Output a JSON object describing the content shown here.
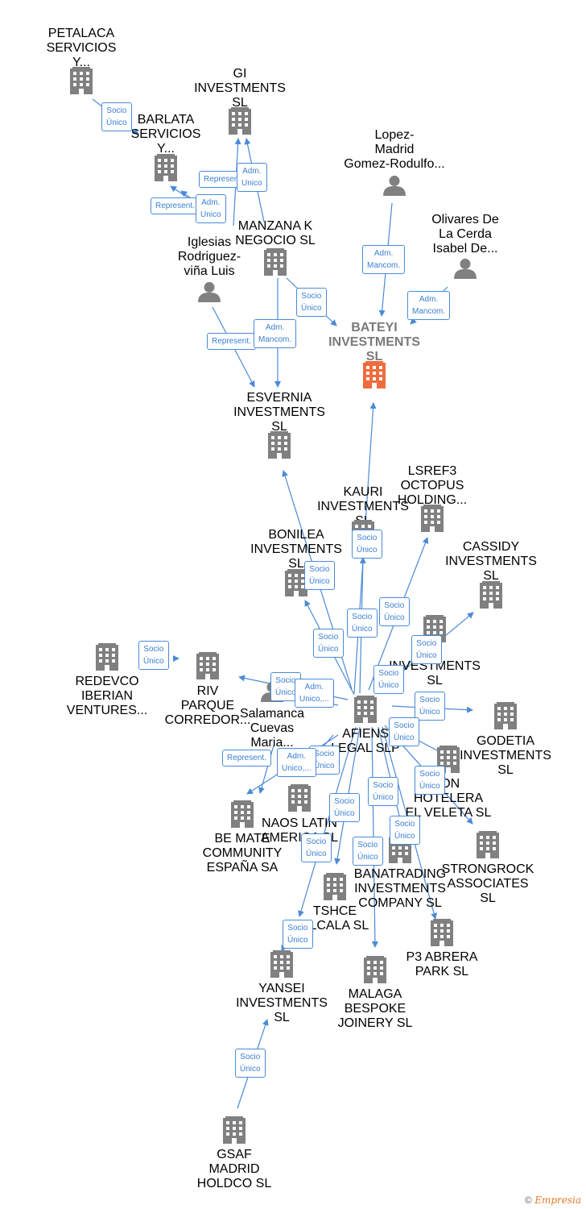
{
  "colors": {
    "edge": "#4a8ad8",
    "company": "#808080",
    "focus": "#ef6c3d",
    "person": "#808080"
  },
  "nodes": {
    "petalaca": {
      "type": "company",
      "label": [
        "PETALACA",
        "SERVICIOS",
        "Y..."
      ]
    },
    "gi": {
      "type": "company",
      "label": [
        "GI",
        "INVESTMENTS",
        "SL"
      ]
    },
    "barlata": {
      "type": "company",
      "label": [
        "BARLATA",
        "SERVICIOS",
        "Y..."
      ]
    },
    "lopez": {
      "type": "person",
      "label": [
        "Lopez-",
        "Madrid",
        "Gomez-Rodulfo..."
      ]
    },
    "olivares": {
      "type": "person",
      "label": [
        "Olivares De",
        "La Cerda",
        "Isabel De..."
      ]
    },
    "manzana": {
      "type": "company",
      "label": [
        "MANZANA K",
        "NEGOCIO  SL"
      ]
    },
    "iglesias": {
      "type": "person",
      "label": [
        "Iglesias",
        "Rodriguez-",
        "viña Luis"
      ]
    },
    "bateyi": {
      "type": "focus",
      "label": [
        "BATEYI",
        "INVESTMENTS",
        "SL"
      ]
    },
    "esvernia": {
      "type": "company",
      "label": [
        "ESVERNIA",
        "INVESTMENTS",
        "SL"
      ]
    },
    "lsref3": {
      "type": "company",
      "label": [
        "LSREF3",
        "OCTOPUS",
        "HOLDING..."
      ]
    },
    "kauri": {
      "type": "company",
      "label": [
        "KAURI",
        "INVESTMENTS",
        "SL"
      ]
    },
    "cassidy": {
      "type": "company",
      "label": [
        "CASSIDY",
        "INVESTMENTS",
        "SL"
      ]
    },
    "bonilea": {
      "type": "company",
      "label": [
        "BONILEA",
        "INVESTMENTS",
        "SL"
      ]
    },
    "hidden1": {
      "type": "company",
      "label": [
        "Y",
        "INVESTMENTS",
        "SL"
      ]
    },
    "redevco": {
      "type": "company",
      "label": [
        "REDEVCO",
        "IBERIAN",
        "VENTURES..."
      ]
    },
    "riv": {
      "type": "company",
      "label": [
        "RIV",
        "PARQUE",
        "CORREDOR..."
      ]
    },
    "salamanca": {
      "type": "person",
      "label": [
        "Salamanca",
        "Cuevas",
        "Maria..."
      ]
    },
    "afiens": {
      "type": "company",
      "label": [
        "AFIENS",
        "LEGAL  SLP"
      ]
    },
    "godetia": {
      "type": "company",
      "label": [
        "GODETIA",
        "INVESTMENTS",
        "SL"
      ]
    },
    "veleta": {
      "type": "company",
      "label": [
        "ION",
        "HOTELERA",
        "EL VELETA  SL"
      ]
    },
    "bemate": {
      "type": "company",
      "label": [
        "BE MATE",
        "COMMUNITY",
        "ESPAÑA SA"
      ]
    },
    "naos": {
      "type": "company",
      "label": [
        "NAOS LATIN",
        "AMERICA  SL"
      ]
    },
    "strongrock": {
      "type": "company",
      "label": [
        "STRONGROCK",
        "ASSOCIATES",
        "SL"
      ]
    },
    "banatrading": {
      "type": "company",
      "label": [
        "BANATRADING",
        "INVESTMENTS",
        "COMPANY  SL"
      ]
    },
    "tshce": {
      "type": "company",
      "label": [
        "TSHCE",
        "ALCALA  SL"
      ]
    },
    "p3": {
      "type": "company",
      "label": [
        "P3 ABRERA",
        "PARK  SL"
      ]
    },
    "yansei": {
      "type": "company",
      "label": [
        "YANSEI",
        "INVESTMENTS",
        "SL"
      ]
    },
    "malaga": {
      "type": "company",
      "label": [
        "MALAGA",
        "BESPOKE",
        "JOINERY  SL"
      ]
    },
    "gsaf": {
      "type": "company",
      "label": [
        "GSAF",
        "MADRID",
        "HOLDCO  SL"
      ]
    }
  },
  "relations": [
    {
      "id": "r1",
      "text": [
        "Socio",
        "Único"
      ]
    },
    {
      "id": "r2",
      "text": [
        "Represent."
      ]
    },
    {
      "id": "r3",
      "text": [
        "Adm.",
        "Unico"
      ]
    },
    {
      "id": "r4",
      "text": [
        "Represent."
      ]
    },
    {
      "id": "r5",
      "text": [
        "Adm.",
        "Unico"
      ]
    },
    {
      "id": "r6",
      "text": [
        "Adm.",
        "Mancom."
      ]
    },
    {
      "id": "r7",
      "text": [
        "Adm.",
        "Mancom."
      ]
    },
    {
      "id": "r8",
      "text": [
        "Socio",
        "Único"
      ]
    },
    {
      "id": "r9",
      "text": [
        "Represent."
      ]
    },
    {
      "id": "r10",
      "text": [
        "Adm.",
        "Mancom."
      ]
    },
    {
      "id": "r11",
      "text": [
        "Socio",
        "Único"
      ]
    },
    {
      "id": "r12",
      "text": [
        "Socio",
        "Único"
      ]
    },
    {
      "id": "r13",
      "text": [
        "Socio",
        "Único"
      ]
    },
    {
      "id": "r14",
      "text": [
        "Socio",
        "Único"
      ]
    },
    {
      "id": "r15",
      "text": [
        "Socio",
        "Único"
      ]
    },
    {
      "id": "r16",
      "text": [
        "Socio",
        "Único"
      ]
    },
    {
      "id": "r17",
      "text": [
        "Socio",
        "Único"
      ]
    },
    {
      "id": "r18",
      "text": [
        "Socio",
        "Único"
      ]
    },
    {
      "id": "r19",
      "text": [
        "Socio",
        "Único"
      ]
    },
    {
      "id": "r20",
      "text": [
        "Adm.",
        "Unico,..."
      ]
    },
    {
      "id": "r21",
      "text": [
        "Socio",
        "Único"
      ]
    },
    {
      "id": "r22",
      "text": [
        "Socio",
        "Único"
      ]
    },
    {
      "id": "r23",
      "text": [
        "Socio",
        "Único"
      ]
    },
    {
      "id": "r24",
      "text": [
        "Represent."
      ]
    },
    {
      "id": "r25",
      "text": [
        "Adm.",
        "Unico,..."
      ]
    },
    {
      "id": "r26",
      "text": [
        "Socio",
        "Único"
      ]
    },
    {
      "id": "r27",
      "text": [
        "Socio",
        "Único"
      ]
    },
    {
      "id": "r28",
      "text": [
        "Socio",
        "Único"
      ]
    },
    {
      "id": "r29",
      "text": [
        "Socio",
        "Único"
      ]
    },
    {
      "id": "r30",
      "text": [
        "Socio",
        "Único"
      ]
    },
    {
      "id": "r31",
      "text": [
        "Socio",
        "Único"
      ]
    },
    {
      "id": "r32",
      "text": [
        "Socio",
        "Único"
      ]
    },
    {
      "id": "r33",
      "text": [
        "Socio",
        "Único"
      ]
    }
  ],
  "footer": {
    "symbol": "©",
    "brand": "Empresia"
  }
}
